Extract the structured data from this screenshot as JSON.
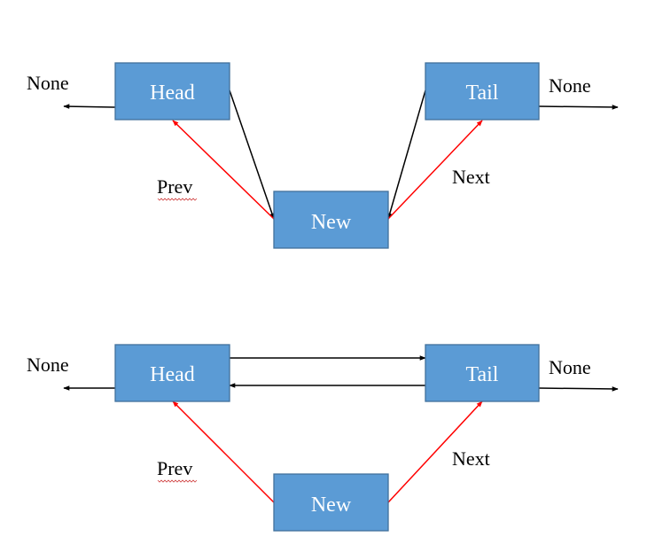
{
  "diagrams": [
    {
      "nodes": {
        "head": "Head",
        "tail": "Tail",
        "new": "New"
      },
      "labels": {
        "left_none": "None",
        "right_none": "None",
        "prev": "Prev",
        "next": "Next"
      }
    },
    {
      "nodes": {
        "head": "Head",
        "tail": "Tail",
        "new": "New"
      },
      "labels": {
        "left_none": "None",
        "right_none": "None",
        "prev": "Prev",
        "next": "Next"
      }
    }
  ],
  "colors": {
    "node_fill": "#5b9bd5",
    "node_border": "#41719c",
    "pointer": "#ff0000",
    "link": "#000000"
  }
}
